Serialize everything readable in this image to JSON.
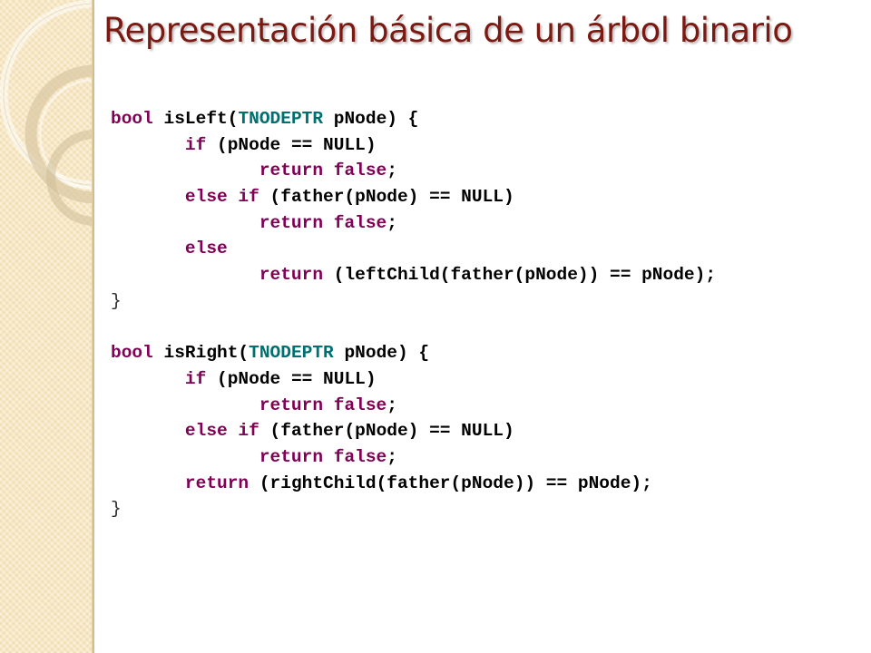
{
  "slide": {
    "title": "Representación básica de un árbol binario"
  },
  "theme": {
    "title_color": "#7a1a12",
    "keyword_color": "#7f0055",
    "type_color": "#006f6f",
    "text_color": "#000000",
    "side_strip_color": "#f7e7c3"
  },
  "code_lines": [
    [
      {
        "t": "bool",
        "k": "keyword"
      },
      {
        "t": " isLeft(",
        "k": "text"
      },
      {
        "t": "TNODEPTR",
        "k": "type"
      },
      {
        "t": " pNode) {",
        "k": "text"
      }
    ],
    [
      {
        "t": "       ",
        "k": "text"
      },
      {
        "t": "if",
        "k": "keyword"
      },
      {
        "t": " (pNode == NULL)",
        "k": "text"
      }
    ],
    [
      {
        "t": "              ",
        "k": "text"
      },
      {
        "t": "return false",
        "k": "keyword"
      },
      {
        "t": ";",
        "k": "text"
      }
    ],
    [
      {
        "t": "       ",
        "k": "text"
      },
      {
        "t": "else if",
        "k": "keyword"
      },
      {
        "t": " (father(pNode) == NULL)",
        "k": "text"
      }
    ],
    [
      {
        "t": "              ",
        "k": "text"
      },
      {
        "t": "return false",
        "k": "keyword"
      },
      {
        "t": ";",
        "k": "text"
      }
    ],
    [
      {
        "t": "       ",
        "k": "text"
      },
      {
        "t": "else",
        "k": "keyword"
      }
    ],
    [
      {
        "t": "              ",
        "k": "text"
      },
      {
        "t": "return",
        "k": "keyword"
      },
      {
        "t": " (leftChild(father(pNode)) == pNode);",
        "k": "text"
      }
    ],
    [
      {
        "t": "}",
        "k": "brace"
      }
    ],
    [],
    [
      {
        "t": "bool",
        "k": "keyword"
      },
      {
        "t": " isRight(",
        "k": "text"
      },
      {
        "t": "TNODEPTR",
        "k": "type"
      },
      {
        "t": " pNode) {",
        "k": "text"
      }
    ],
    [
      {
        "t": "       ",
        "k": "text"
      },
      {
        "t": "if",
        "k": "keyword"
      },
      {
        "t": " (pNode == NULL)",
        "k": "text"
      }
    ],
    [
      {
        "t": "              ",
        "k": "text"
      },
      {
        "t": "return false",
        "k": "keyword"
      },
      {
        "t": ";",
        "k": "text"
      }
    ],
    [
      {
        "t": "       ",
        "k": "text"
      },
      {
        "t": "else if",
        "k": "keyword"
      },
      {
        "t": " (father(pNode) == NULL)",
        "k": "text"
      }
    ],
    [
      {
        "t": "              ",
        "k": "text"
      },
      {
        "t": "return false",
        "k": "keyword"
      },
      {
        "t": ";",
        "k": "text"
      }
    ],
    [
      {
        "t": "       ",
        "k": "text"
      },
      {
        "t": "return",
        "k": "keyword"
      },
      {
        "t": " (rightChild(father(pNode)) == pNode);",
        "k": "text"
      }
    ],
    [
      {
        "t": "}",
        "k": "brace"
      }
    ]
  ]
}
